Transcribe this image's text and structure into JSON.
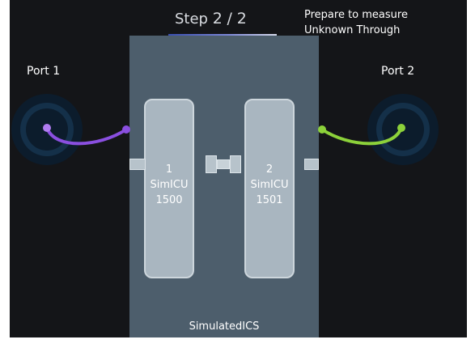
{
  "step": {
    "prefix": "Step",
    "current": "2",
    "separator": "/",
    "total": "2"
  },
  "instruction": {
    "line1": "Prepare to measure",
    "line2": "Unknown Through"
  },
  "ports": [
    {
      "label": "Port 1",
      "cable_color": "#8a4fe0"
    },
    {
      "label": "Port 2",
      "cable_color": "#8cd13a"
    }
  ],
  "calibration_unit": {
    "label": "SimulatedICS"
  },
  "devices": [
    {
      "number": "1",
      "name": "SimICU",
      "id": "1500"
    },
    {
      "number": "2",
      "name": "SimICU",
      "id": "1501"
    }
  ],
  "colors": {
    "background": "#141518",
    "panel": "#4d5e6c",
    "device": "#a9b6c0",
    "port_ring": "#0c2236"
  }
}
